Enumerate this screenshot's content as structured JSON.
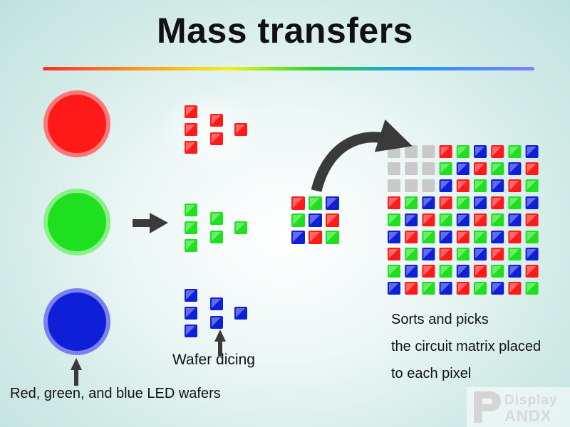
{
  "title": "Mass transfers",
  "colors": {
    "red": "#ff1a1a",
    "green": "#1fe01f",
    "blue": "#0f1fd8",
    "gray": "#c9c9c9",
    "arrow": "#3a3a3a"
  },
  "labels": {
    "wafers": "Red, green, and blue LED wafers",
    "dicing": "Wafer dicing",
    "sort_lines": [
      "Sorts and picks",
      "the circuit matrix placed",
      "to each pixel"
    ]
  },
  "small_matrix": [
    [
      "red",
      "green",
      "blue"
    ],
    [
      "green",
      "blue",
      "red"
    ],
    [
      "blue",
      "red",
      "green"
    ]
  ],
  "pixel_matrix": [
    [
      "gray",
      "gray",
      "gray",
      "red",
      "green",
      "blue",
      "red",
      "green",
      "blue"
    ],
    [
      "gray",
      "gray",
      "gray",
      "green",
      "blue",
      "red",
      "green",
      "blue",
      "red"
    ],
    [
      "gray",
      "gray",
      "gray",
      "blue",
      "red",
      "green",
      "blue",
      "red",
      "green"
    ],
    [
      "red",
      "green",
      "blue",
      "red",
      "green",
      "blue",
      "red",
      "green",
      "blue"
    ],
    [
      "green",
      "blue",
      "red",
      "green",
      "blue",
      "red",
      "green",
      "blue",
      "red"
    ],
    [
      "blue",
      "red",
      "green",
      "blue",
      "red",
      "green",
      "blue",
      "red",
      "green"
    ],
    [
      "red",
      "green",
      "blue",
      "red",
      "green",
      "blue",
      "red",
      "green",
      "blue"
    ],
    [
      "green",
      "blue",
      "red",
      "green",
      "blue",
      "red",
      "green",
      "blue",
      "red"
    ],
    [
      "blue",
      "red",
      "green",
      "blue",
      "red",
      "green",
      "blue",
      "red",
      "green"
    ]
  ],
  "logo": {
    "line1": "Display",
    "line2": "ANDX"
  }
}
